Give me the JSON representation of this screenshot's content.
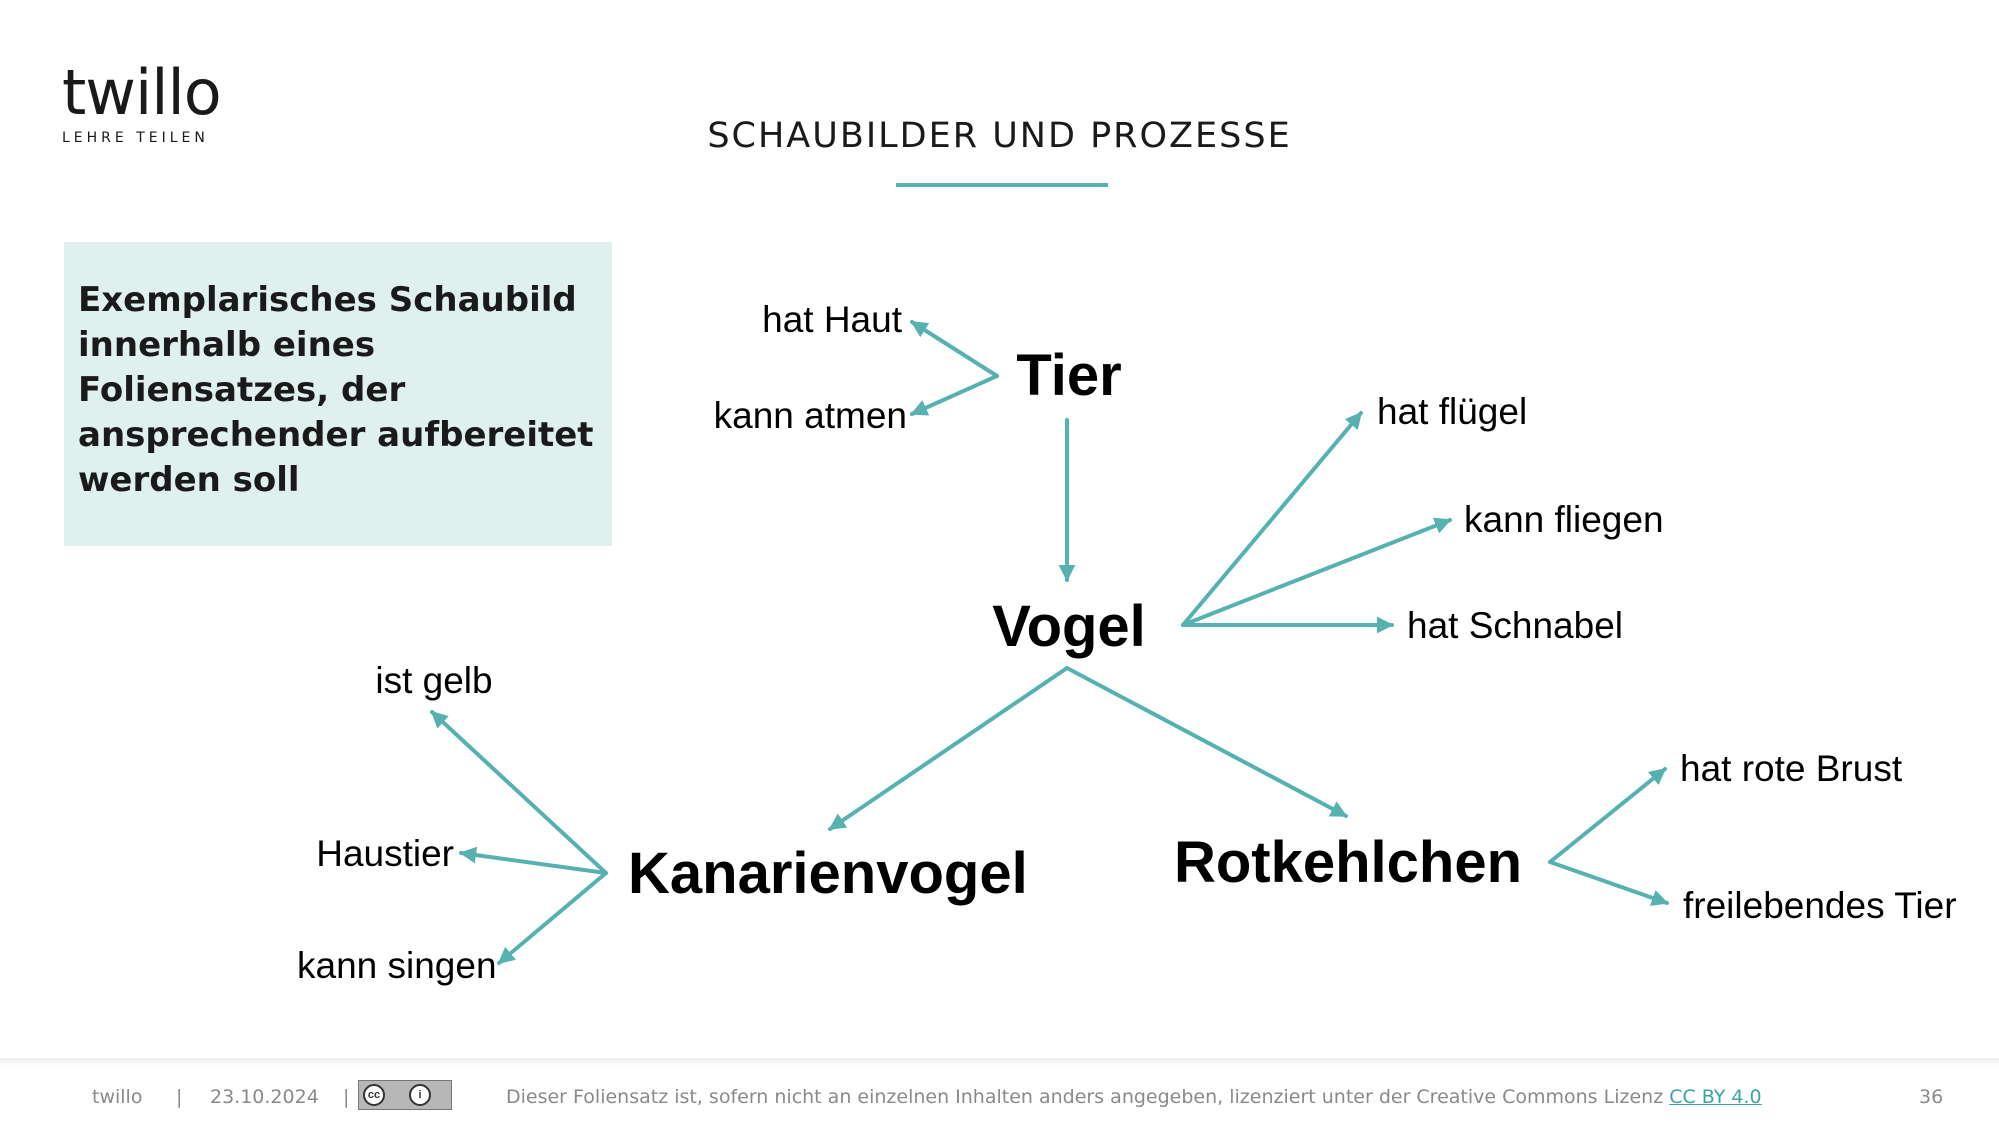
{
  "header": {
    "logo_text": "twillo",
    "logo_tagline": "LEHRE TEILEN",
    "slide_title": "SCHAUBILDER UND PROZESSE"
  },
  "note_box": {
    "text": "Exemplarisches Schaubild innerhalb eines Foliensatzes, der ansprechender aufbereitet werden soll"
  },
  "diagram": {
    "nodes": {
      "tier": "Tier",
      "vogel": "Vogel",
      "kanarienvogel": "Kanarienvogel",
      "rotkehlchen": "Rotkehlchen"
    },
    "properties": {
      "hat_haut": "hat Haut",
      "kann_atmen": "kann atmen",
      "hat_fluegel": "hat flügel",
      "kann_fliegen": "kann fliegen",
      "hat_schnabel": "hat Schnabel",
      "ist_gelb": "ist gelb",
      "haustier": "Haustier",
      "kann_singen": "kann singen",
      "hat_rote_brust": "hat rote Brust",
      "freilebendes_tier": "freilebendes Tier"
    },
    "arrow_color": "#56b1b1"
  },
  "footer": {
    "brand": "twillo",
    "sep1": "|",
    "date": "23.10.2024",
    "sep2": "|",
    "license_prefix": "Dieser Foliensatz ist, sofern nicht an einzelnen Inhalten anders angegeben, lizenziert unter der Creative Commons Lizenz",
    "license_link": "CC BY 4.0",
    "page_number": "36",
    "cc_icon": "cc-by-badge"
  }
}
